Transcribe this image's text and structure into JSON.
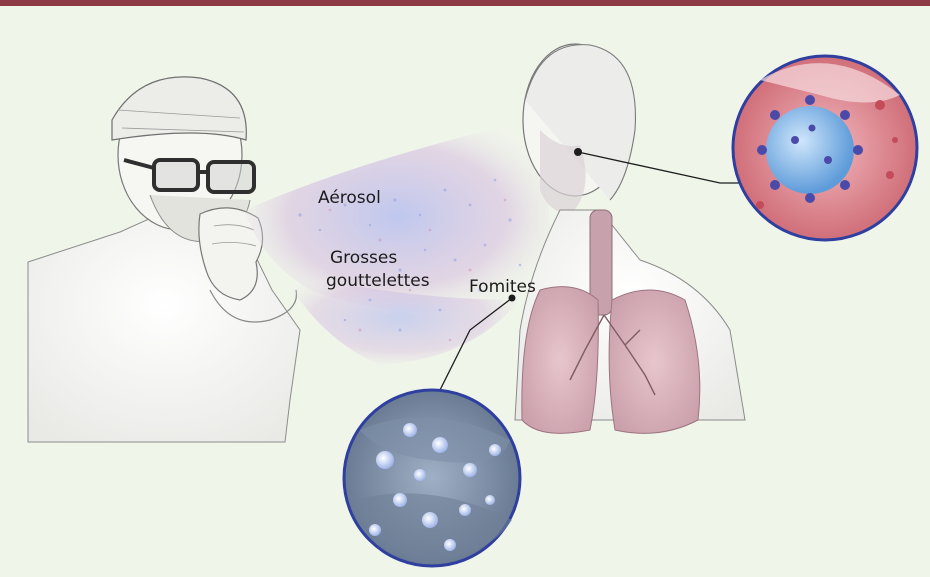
{
  "labels": {
    "aerosol": "Aérosol",
    "grosses_line1": "Grosses",
    "grosses_line2": "gouttelettes",
    "fomites": "Fomites"
  },
  "colors": {
    "top_bar": "#8e3a46",
    "background": "#f0f5ea",
    "spray_blue": "#a9b8e6",
    "spray_pink": "#d9a9c4",
    "virus_blue": "#7fb4e6",
    "spike_purple": "#4b4aa8",
    "callout_border": "#2f3fa0"
  }
}
